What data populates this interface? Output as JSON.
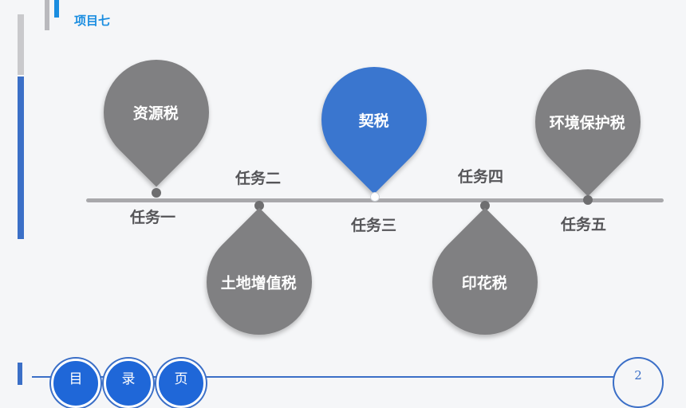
{
  "header": {
    "title": "项目七"
  },
  "timeline": {
    "tasks": [
      {
        "task_label": "任务一",
        "topic": "资源税",
        "color": "#808082"
      },
      {
        "task_label": "任务二",
        "topic": "土地增值税",
        "color": "#808082"
      },
      {
        "task_label": "任务三",
        "topic": "契税",
        "color": "#3a76cf"
      },
      {
        "task_label": "任务四",
        "topic": "印花税",
        "color": "#808082"
      },
      {
        "task_label": "任务五",
        "topic": "环境保护税",
        "color": "#808082"
      }
    ]
  },
  "nav": {
    "items": [
      "目",
      "录",
      "页"
    ],
    "page_number": "2"
  },
  "colors": {
    "accent": "#1a8de0",
    "brand_blue": "#3b6fc7",
    "gray": "#808082"
  }
}
